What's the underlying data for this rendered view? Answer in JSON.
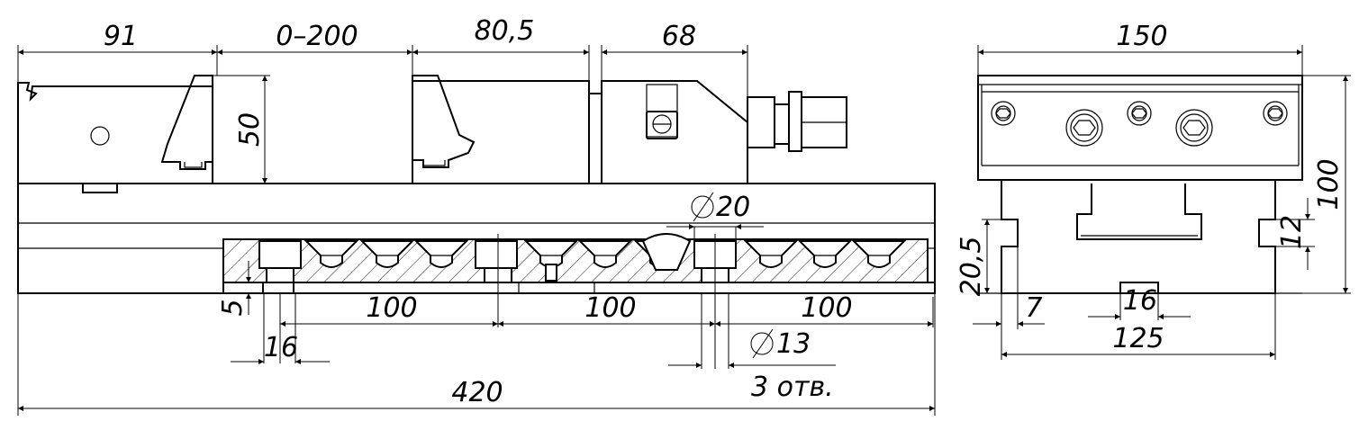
{
  "side_view": {
    "dims": {
      "d91": "91",
      "d0_200": "0–200",
      "d80_5": "80,5",
      "d68": "68",
      "d50": "50",
      "d20": "20",
      "d5": "5",
      "d100a": "100",
      "d100b": "100",
      "d100c": "100",
      "d16": "16",
      "d13": "13",
      "holes": "3 отв.",
      "d420": "420"
    }
  },
  "end_view": {
    "dims": {
      "d150": "150",
      "d100": "100",
      "d12": "12",
      "d20_5": "20,5",
      "d7": "7",
      "d16": "16",
      "d125": "125"
    }
  }
}
